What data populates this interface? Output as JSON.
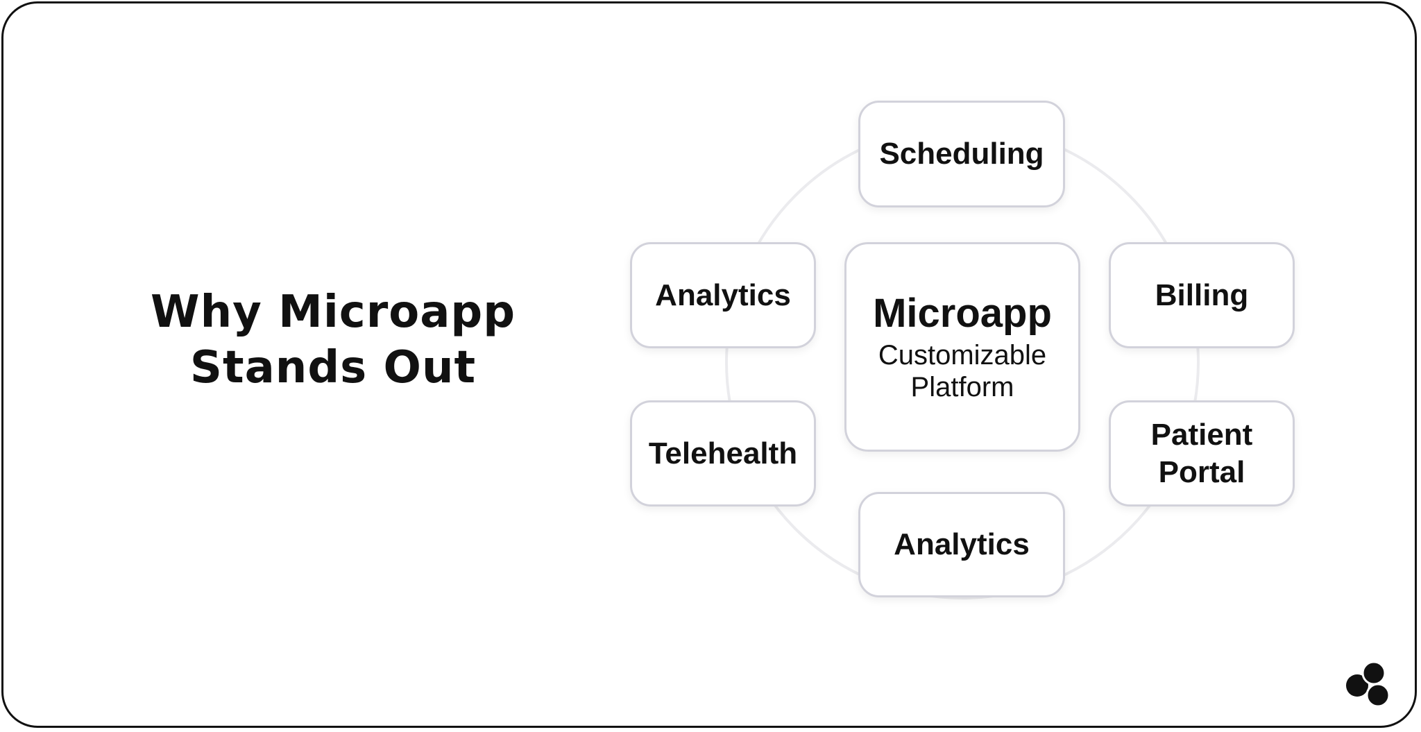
{
  "headline": {
    "line1": "Why Microapp",
    "line2": "Stands Out"
  },
  "hub": {
    "title": "Microapp",
    "subtitle": "Customizable Platform"
  },
  "modules": {
    "top": "Scheduling",
    "left_upper": "Analytics",
    "right_upper": "Billing",
    "left_lower": "Telehealth",
    "right_lower": "Patient Portal",
    "bottom": "Analytics"
  },
  "colors": {
    "frame_border": "#111111",
    "node_border": "#d2d2db",
    "ring": "#ebebee",
    "text": "#111111"
  },
  "icons": {
    "brand": "three-circles-logo-icon"
  }
}
